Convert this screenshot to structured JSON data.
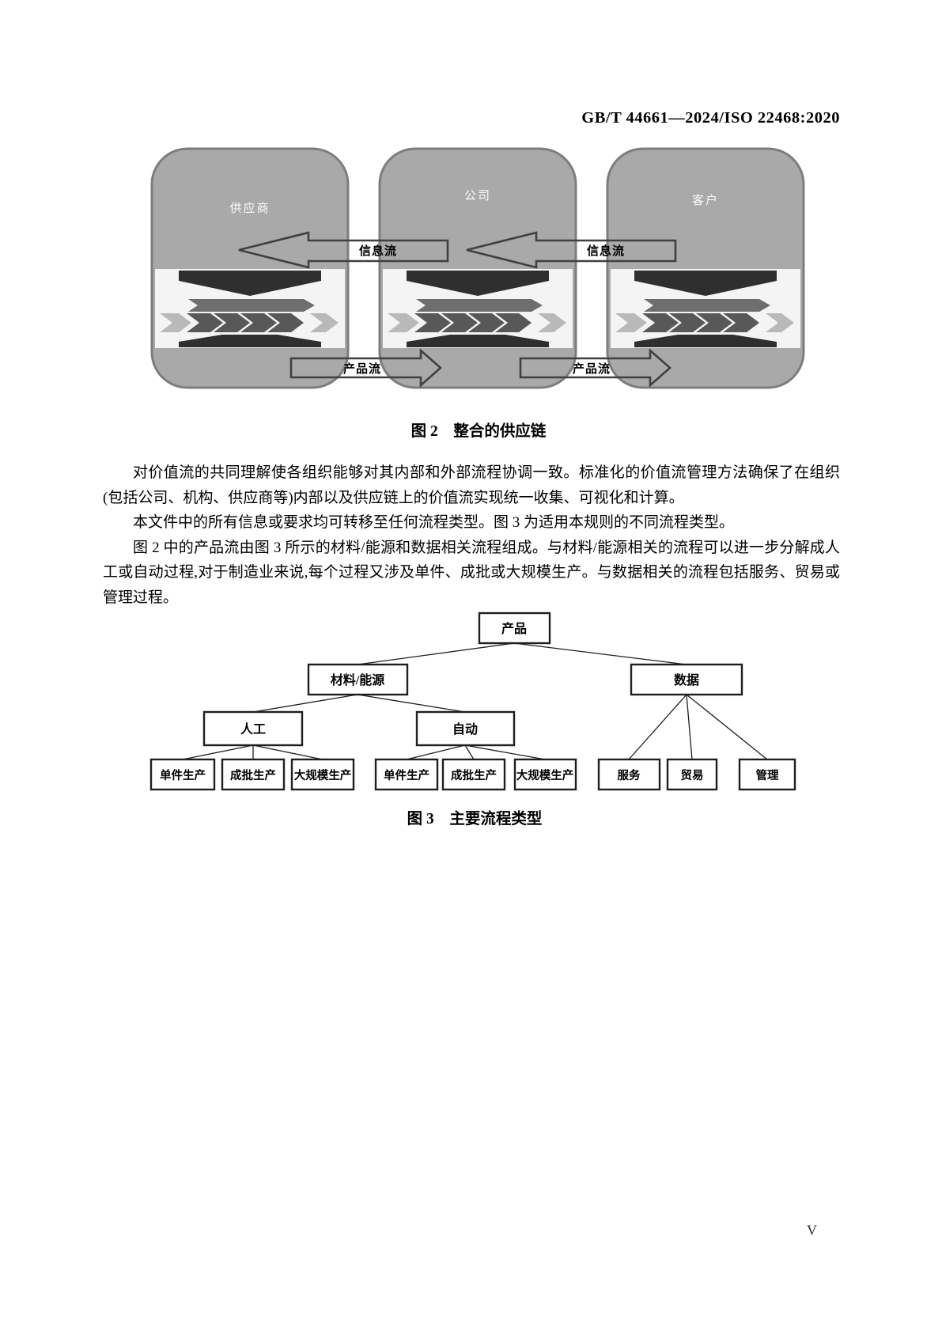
{
  "header": {
    "standard_number": "GB/T 44661—2024/ISO 22468:2020"
  },
  "figure2": {
    "caption_label": "图 2",
    "caption_title": "整合的供应链",
    "entities": [
      "供应商",
      "公司",
      "客户"
    ],
    "flows": {
      "information_label": "信息流",
      "product_label": "产品流"
    }
  },
  "paragraphs": [
    "对价值流的共同理解使各组织能够对其内部和外部流程协调一致。标准化的价值流管理方法确保了在组织(包括公司、机构、供应商等)内部以及供应链上的价值流实现统一收集、可视化和计算。",
    "本文件中的所有信息或要求均可转移至任何流程类型。图 3 为适用本规则的不同流程类型。",
    "图 2 中的产品流由图 3 所示的材料/能源和数据相关流程组成。与材料/能源相关的流程可以进一步分解成人工或自动过程,对于制造业来说,每个过程又涉及单件、成批或大规模生产。与数据相关的流程包括服务、贸易或管理过程。"
  ],
  "figure3": {
    "caption_label": "图 3",
    "caption_title": "主要流程类型",
    "nodes": {
      "root": "产品",
      "material_energy": "材料/能源",
      "data": "数据",
      "manual": "人工",
      "automatic": "自动",
      "manual_children": [
        "单件生产",
        "成批生产",
        "大规模生产"
      ],
      "automatic_children": [
        "单件生产",
        "成批生产",
        "大规模生产"
      ],
      "data_children": [
        "服务",
        "贸易",
        "管理"
      ]
    }
  },
  "footer": {
    "page_number": "V"
  },
  "colors": {
    "entity_box_fill": "#a9a9a9",
    "entity_box_border": "#7d7d7d",
    "band_fill": "#f4f4f4",
    "funnel_dark": "#2f2f2f",
    "bar_arrow": "#6e6e6e",
    "chevron_dark": "#585858",
    "chevron_light": "#b9b9b9",
    "flow_arrow_outline": "#404040",
    "tree_box_border": "#1f1f1f"
  }
}
